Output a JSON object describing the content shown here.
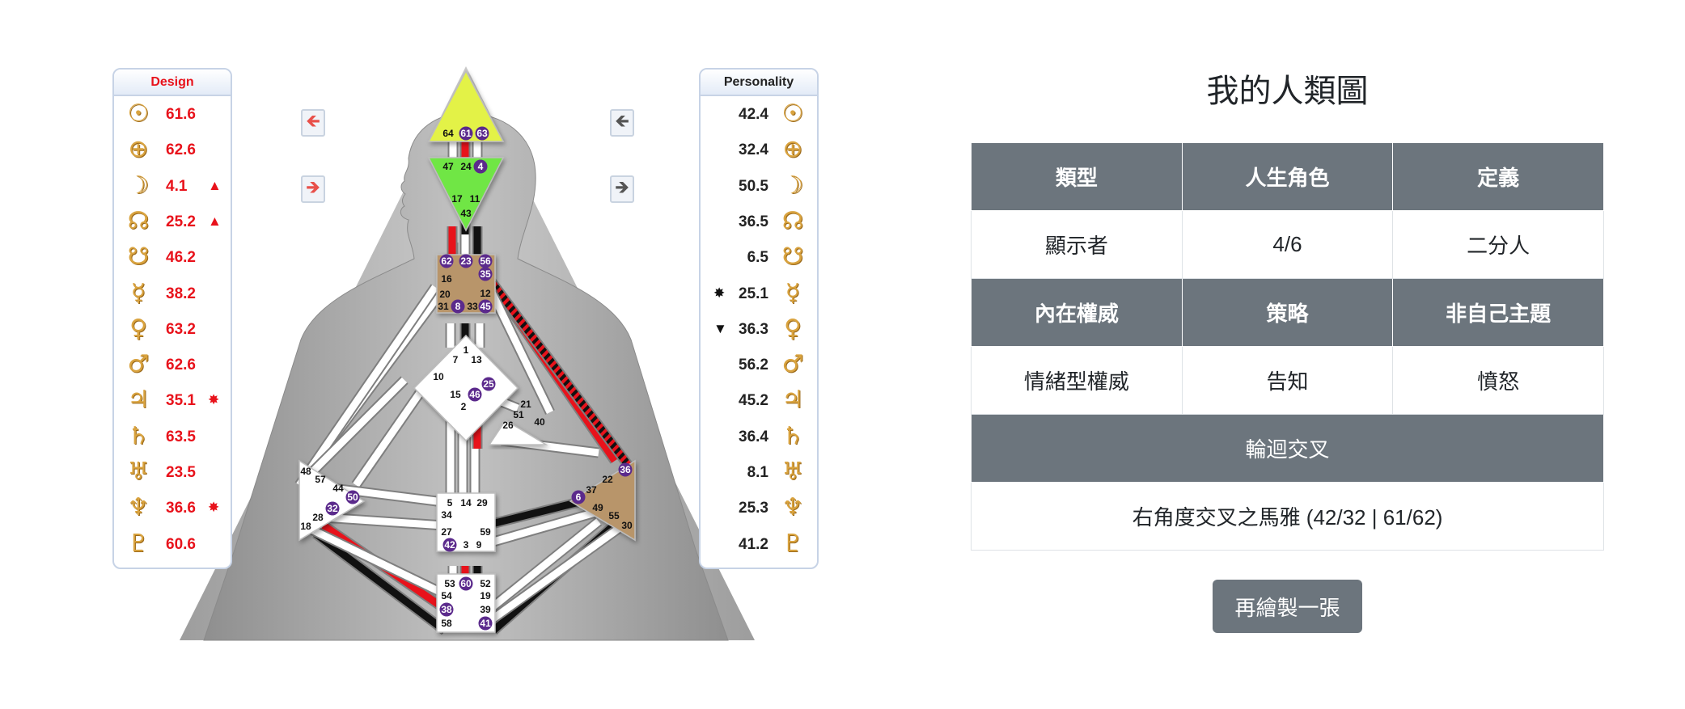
{
  "design": {
    "title": "Design",
    "planets": [
      {
        "icon": "sun-icon",
        "glyph": "☉",
        "value": "61.6",
        "mark": ""
      },
      {
        "icon": "earth-icon",
        "glyph": "⊕",
        "value": "62.6",
        "mark": ""
      },
      {
        "icon": "moon-icon",
        "glyph": "☽",
        "value": "4.1",
        "mark": "▲"
      },
      {
        "icon": "north-node-icon",
        "glyph": "☊",
        "value": "25.2",
        "mark": "▲"
      },
      {
        "icon": "south-node-icon",
        "glyph": "☋",
        "value": "46.2",
        "mark": ""
      },
      {
        "icon": "mercury-icon",
        "glyph": "☿",
        "value": "38.2",
        "mark": ""
      },
      {
        "icon": "venus-icon",
        "glyph": "♀",
        "value": "63.2",
        "mark": ""
      },
      {
        "icon": "mars-icon",
        "glyph": "♂",
        "value": "62.6",
        "mark": ""
      },
      {
        "icon": "jupiter-icon",
        "glyph": "♃",
        "value": "35.1",
        "mark": "✸"
      },
      {
        "icon": "saturn-icon",
        "glyph": "♄",
        "value": "63.5",
        "mark": ""
      },
      {
        "icon": "uranus-icon",
        "glyph": "♅",
        "value": "23.5",
        "mark": ""
      },
      {
        "icon": "neptune-icon",
        "glyph": "♆",
        "value": "36.6",
        "mark": "✸"
      },
      {
        "icon": "pluto-icon",
        "glyph": "♇",
        "value": "60.6",
        "mark": ""
      }
    ]
  },
  "personality": {
    "title": "Personality",
    "planets": [
      {
        "icon": "sun-icon",
        "glyph": "☉",
        "value": "42.4",
        "mark": ""
      },
      {
        "icon": "earth-icon",
        "glyph": "⊕",
        "value": "32.4",
        "mark": ""
      },
      {
        "icon": "moon-icon",
        "glyph": "☽",
        "value": "50.5",
        "mark": ""
      },
      {
        "icon": "north-node-icon",
        "glyph": "☊",
        "value": "36.5",
        "mark": ""
      },
      {
        "icon": "south-node-icon",
        "glyph": "☋",
        "value": "6.5",
        "mark": ""
      },
      {
        "icon": "mercury-icon",
        "glyph": "☿",
        "value": "25.1",
        "mark": "✸"
      },
      {
        "icon": "venus-icon",
        "glyph": "♀",
        "value": "36.3",
        "mark": "▼"
      },
      {
        "icon": "mars-icon",
        "glyph": "♂",
        "value": "56.2",
        "mark": ""
      },
      {
        "icon": "jupiter-icon",
        "glyph": "♃",
        "value": "45.2",
        "mark": ""
      },
      {
        "icon": "saturn-icon",
        "glyph": "♄",
        "value": "36.4",
        "mark": ""
      },
      {
        "icon": "uranus-icon",
        "glyph": "♅",
        "value": "8.1",
        "mark": ""
      },
      {
        "icon": "neptune-icon",
        "glyph": "♆",
        "value": "25.3",
        "mark": ""
      },
      {
        "icon": "pluto-icon",
        "glyph": "♇",
        "value": "41.2",
        "mark": ""
      }
    ]
  },
  "nav": {
    "design_prev_glyph": "🡸",
    "design_next_glyph": "🡺",
    "personality_prev_glyph": "🡸",
    "personality_next_glyph": "🡺"
  },
  "bodygraph": {
    "colors": {
      "defined_design": "#e8121b",
      "defined_personality": "#111111",
      "head_center": "#e3f246",
      "ajna_center": "#6fe644",
      "defined_center": "#b8956a",
      "undefined_center": "#ffffff",
      "activated_gate_badge": "#5b2a8c"
    },
    "centers": {
      "head": {
        "gates": [
          "64",
          "61",
          "63"
        ],
        "activated": [
          "61",
          "63"
        ]
      },
      "ajna": {
        "gates": [
          "47",
          "24",
          "4",
          "17",
          "11",
          "43"
        ],
        "activated": [
          "4"
        ]
      },
      "throat": {
        "gates": [
          "62",
          "23",
          "56",
          "35",
          "16",
          "20",
          "12",
          "31",
          "8",
          "33",
          "45"
        ],
        "activated": [
          "62",
          "23",
          "56",
          "35",
          "8",
          "45"
        ]
      },
      "g": {
        "gates": [
          "1",
          "7",
          "13",
          "10",
          "15",
          "46",
          "2",
          "25"
        ],
        "activated": [
          "46",
          "25"
        ]
      },
      "ego": {
        "gates": [
          "21",
          "51",
          "26",
          "40"
        ],
        "activated": []
      },
      "spleen": {
        "gates": [
          "48",
          "57",
          "44",
          "50",
          "32",
          "28",
          "18"
        ],
        "activated": [
          "50",
          "32"
        ]
      },
      "sacral": {
        "gates": [
          "5",
          "14",
          "29",
          "34",
          "27",
          "59",
          "42",
          "3",
          "9"
        ],
        "activated": [
          "42"
        ]
      },
      "solar_plexus": {
        "gates": [
          "36",
          "22",
          "37",
          "6",
          "49",
          "55",
          "30"
        ],
        "activated": [
          "36",
          "6"
        ]
      },
      "root": {
        "gates": [
          "53",
          "60",
          "52",
          "54",
          "19",
          "38",
          "39",
          "58",
          "41"
        ],
        "activated": [
          "60",
          "38",
          "41"
        ]
      }
    }
  },
  "info": {
    "title": "我的人類圖",
    "row1_headers": [
      "類型",
      "人生角色",
      "定義"
    ],
    "row1_values": [
      "顯示者",
      "4/6",
      "二分人"
    ],
    "row2_headers": [
      "內在權威",
      "策略",
      "非自己主題"
    ],
    "row2_values": [
      "情緒型權威",
      "告知",
      "憤怒"
    ],
    "cross_header": "輪迴交叉",
    "cross_value": "右角度交叉之馬雅 (42/32 | 61/62)",
    "redraw_label": "再繪製一張"
  }
}
